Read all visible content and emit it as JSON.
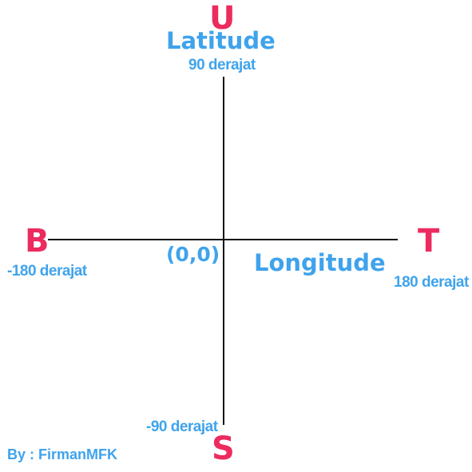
{
  "directions": {
    "north": "U",
    "south": "S",
    "west": "B",
    "east": "T"
  },
  "axes": {
    "latitude_label": "Latitude",
    "longitude_label": "Longitude"
  },
  "degrees": {
    "north": "90 derajat",
    "south": "-90 derajat",
    "west": "-180 derajat",
    "east": "180 derajat"
  },
  "origin": "(0,0)",
  "credit": "By : FirmanMFK",
  "colors": {
    "direction_letters": "#ec2b5e",
    "labels": "#3fa3ec",
    "axes": "#111111",
    "background": "#ffffff"
  }
}
